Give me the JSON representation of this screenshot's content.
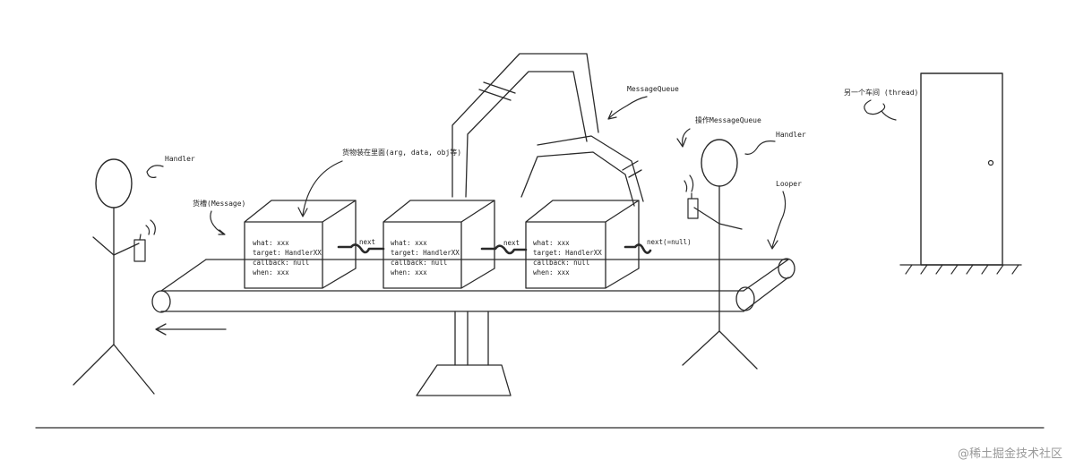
{
  "labels": {
    "handler_left": "Handler",
    "handler_right": "Handler",
    "slot_message": "货槽(Message)",
    "goods_inside": "货物装在里面(arg, data, obj等)",
    "message_queue": "MessageQueue",
    "operate_mq": "操作MessageQueue",
    "looper": "Looper",
    "other_workshop": "另一个车间 (thread)"
  },
  "boxes": [
    {
      "what": "what: xxx",
      "target": "target: HandlerXX",
      "callback": "callback: null",
      "when": "when: xxx"
    },
    {
      "what": "what: xxx",
      "target": "target: HandlerXX",
      "callback": "callback: null",
      "when": "when: xxx"
    },
    {
      "what": "what: xxx",
      "target": "target: HandlerXX",
      "callback": "callback: null",
      "when": "when: xxx"
    }
  ],
  "links": {
    "next_1": "next",
    "next_2": "next",
    "next_null": "next(=null)"
  },
  "watermark": "@稀土掘金技术社区"
}
